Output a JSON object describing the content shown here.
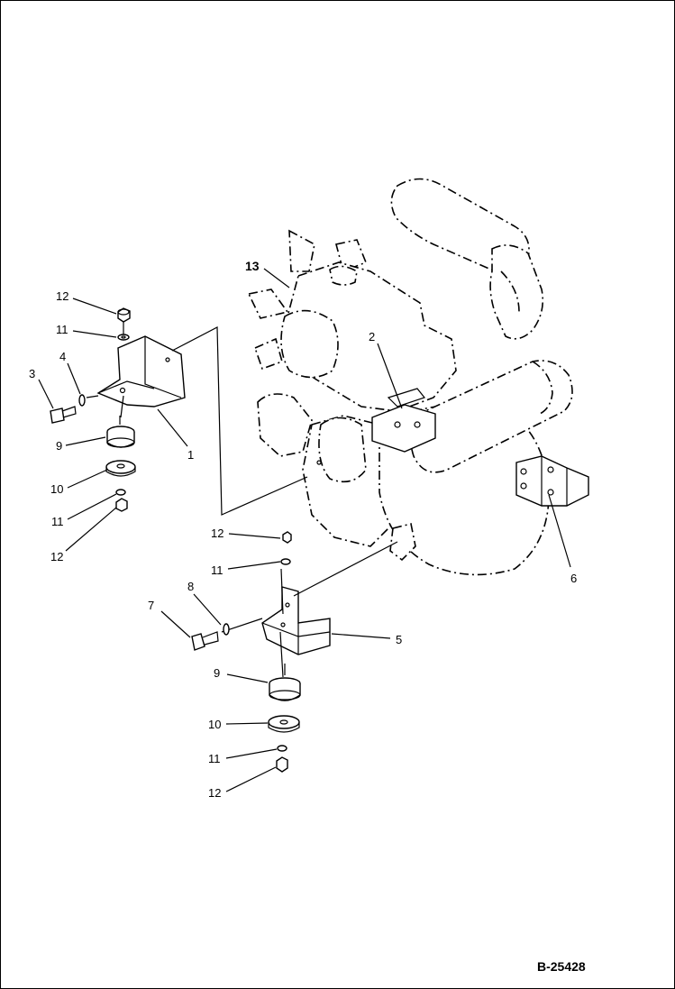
{
  "diagram": {
    "reference": "B-25428",
    "callouts": [
      {
        "id": "c13",
        "label": "13",
        "bold": true
      },
      {
        "id": "c12a",
        "label": "12"
      },
      {
        "id": "c11a",
        "label": "11"
      },
      {
        "id": "c4",
        "label": "4"
      },
      {
        "id": "c3",
        "label": "3"
      },
      {
        "id": "c9a",
        "label": "9"
      },
      {
        "id": "c1",
        "label": "1"
      },
      {
        "id": "c10a",
        "label": "10"
      },
      {
        "id": "c11b",
        "label": "11"
      },
      {
        "id": "c12b",
        "label": "12"
      },
      {
        "id": "c2",
        "label": "2"
      },
      {
        "id": "c6",
        "label": "6"
      },
      {
        "id": "c12c",
        "label": "12"
      },
      {
        "id": "c11c",
        "label": "11"
      },
      {
        "id": "c8",
        "label": "8"
      },
      {
        "id": "c7",
        "label": "7"
      },
      {
        "id": "c5",
        "label": "5"
      },
      {
        "id": "c9b",
        "label": "9"
      },
      {
        "id": "c10b",
        "label": "10"
      },
      {
        "id": "c11d",
        "label": "11"
      },
      {
        "id": "c12d",
        "label": "12"
      }
    ]
  }
}
